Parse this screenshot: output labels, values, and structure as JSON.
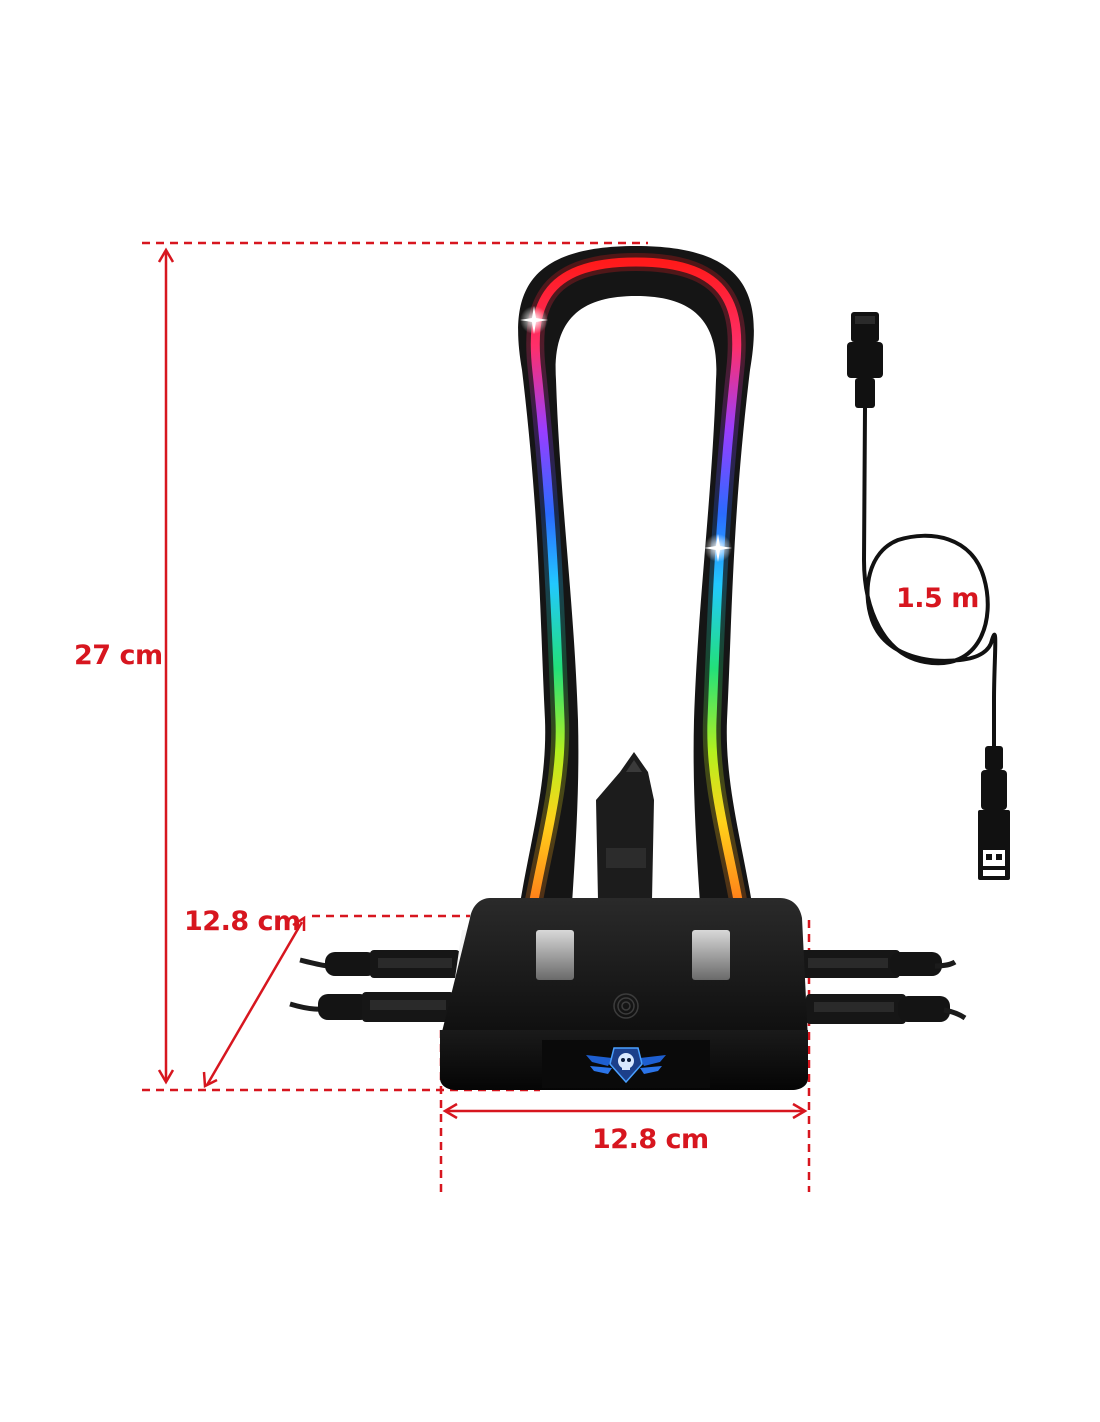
{
  "product": {
    "colors": {
      "dimension_red": "#d7161f",
      "body_black": "#141414",
      "cable_black": "#1b1b1b",
      "rgb_strip": [
        "#ff1a1a",
        "#ff3d8b",
        "#8a3dff",
        "#2a6bff",
        "#22c8ff",
        "#22e07a",
        "#b4f01e",
        "#ffd21a",
        "#ff8a1a",
        "#ff1a1a"
      ],
      "logo_blue": "#1e5fd1"
    },
    "icons": [
      "skull-wings-logo",
      "usb-c-plug-icon",
      "usb-a-plug-icon",
      "touch-button-icon"
    ]
  },
  "dimensions": {
    "height_label": "27 cm",
    "depth_label": "12.8 cm",
    "width_label": "12.8 cm",
    "cable_label": "1.5 m"
  }
}
